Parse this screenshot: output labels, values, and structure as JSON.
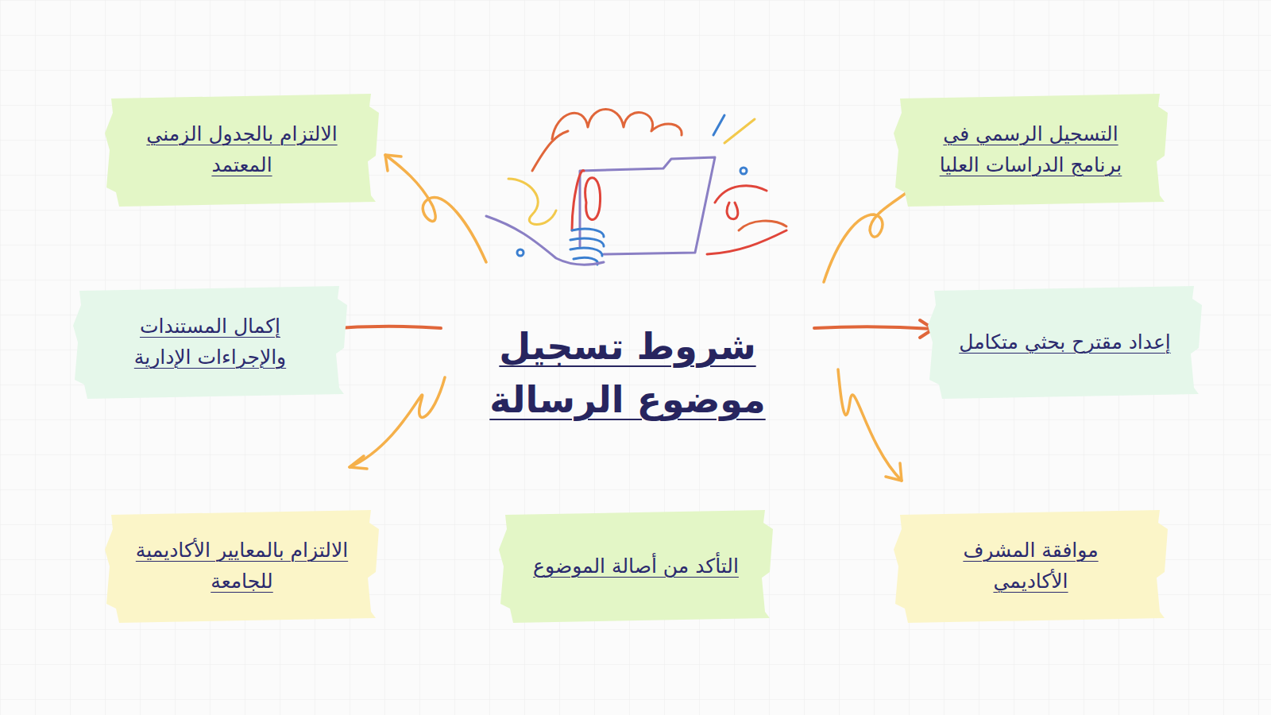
{
  "diagram": {
    "title": "شروط تسجيل موضوع الرسالة",
    "nodes": [
      {
        "text": [
          "التسجيل الرسمي في برنامج الدراسات العليا"
        ]
      },
      {
        "text": [
          "الالتزام بالجدول الزمني المعتمد"
        ]
      },
      {
        "text": [
          "إعداد مقترح بحثي متكامل"
        ]
      },
      {
        "text": [
          "إكمال المستندات والإجراءات الإدارية"
        ]
      },
      {
        "text": [
          "موافقة المشرف الأكاديمي"
        ]
      },
      {
        "text": [
          "التأكد من أصالة الموضوع"
        ]
      },
      {
        "text": [
          "الالتزام بالمعايير الأكاديمية للجامعة"
        ]
      }
    ]
  }
}
